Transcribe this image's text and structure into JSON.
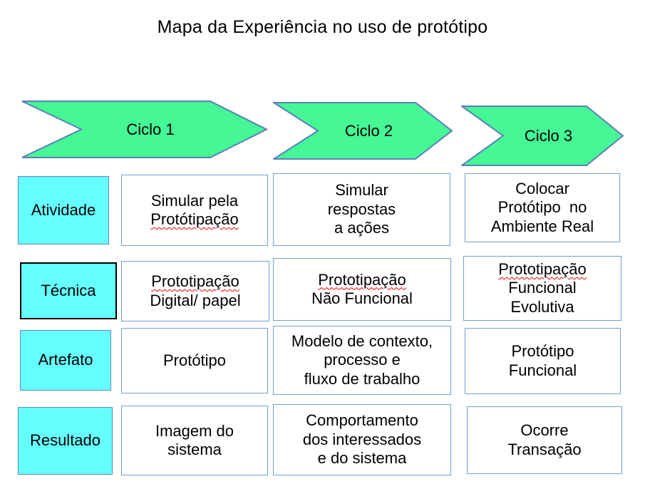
{
  "title": "Mapa da Experiência no uso de protótipo",
  "cycles": [
    {
      "label": "Ciclo 1"
    },
    {
      "label": "Ciclo 2"
    },
    {
      "label": "Ciclo 3"
    }
  ],
  "rows": [
    {
      "label": "Atividade",
      "cells": [
        {
          "lines": [
            {
              "text": "Simular pela",
              "misspelled": false
            },
            {
              "text": "Protótipação",
              "misspelled": true
            }
          ]
        },
        {
          "lines": [
            {
              "text": "Simular",
              "misspelled": false
            },
            {
              "text": "respostas",
              "misspelled": false
            },
            {
              "text": "a ações",
              "misspelled": false
            }
          ]
        },
        {
          "lines": [
            {
              "text": "Colocar",
              "misspelled": false
            },
            {
              "text": "Protótipo  no",
              "misspelled": false
            },
            {
              "text": "Ambiente Real",
              "misspelled": false
            }
          ]
        }
      ]
    },
    {
      "label": "Técnica",
      "cells": [
        {
          "lines": [
            {
              "text": "Prototipação",
              "misspelled": true
            },
            {
              "text": "Digital/ papel",
              "misspelled": false
            }
          ]
        },
        {
          "lines": [
            {
              "text": "Prototipação",
              "misspelled": true
            },
            {
              "text": "Não Funcional",
              "misspelled": false
            }
          ]
        },
        {
          "lines": [
            {
              "text": "Prototipação",
              "misspelled": true
            },
            {
              "text": "Funcional",
              "misspelled": false
            },
            {
              "text": "Evolutiva",
              "misspelled": false
            }
          ]
        }
      ]
    },
    {
      "label": "Artefato",
      "cells": [
        {
          "lines": [
            {
              "text": "Protótipo",
              "misspelled": false
            }
          ]
        },
        {
          "lines": [
            {
              "text": "Modelo de contexto,",
              "misspelled": false
            },
            {
              "text": "processo e",
              "misspelled": false
            },
            {
              "text": "fluxo de trabalho",
              "misspelled": false
            }
          ]
        },
        {
          "lines": [
            {
              "text": "Protótipo",
              "misspelled": false
            },
            {
              "text": "Funcional",
              "misspelled": false
            }
          ]
        }
      ]
    },
    {
      "label": "Resultado",
      "cells": [
        {
          "lines": [
            {
              "text": "Imagem do",
              "misspelled": false
            },
            {
              "text": "sistema",
              "misspelled": false
            }
          ]
        },
        {
          "lines": [
            {
              "text": "Comportamento",
              "misspelled": false
            },
            {
              "text": "dos interessados",
              "misspelled": false
            },
            {
              "text": "e do sistema",
              "misspelled": false
            }
          ]
        },
        {
          "lines": [
            {
              "text": "Ocorre",
              "misspelled": false
            },
            {
              "text": "Transação",
              "misspelled": false
            }
          ]
        }
      ]
    }
  ],
  "colors": {
    "arrow_fill": "#45F795",
    "arrow_border": "#5B7EBE",
    "label_fill": "#66FFFF",
    "label_border": "#6285C0",
    "tecnica_border": "#000000",
    "cell_border": "#729FCF",
    "spellcheck": "#EE0000"
  }
}
